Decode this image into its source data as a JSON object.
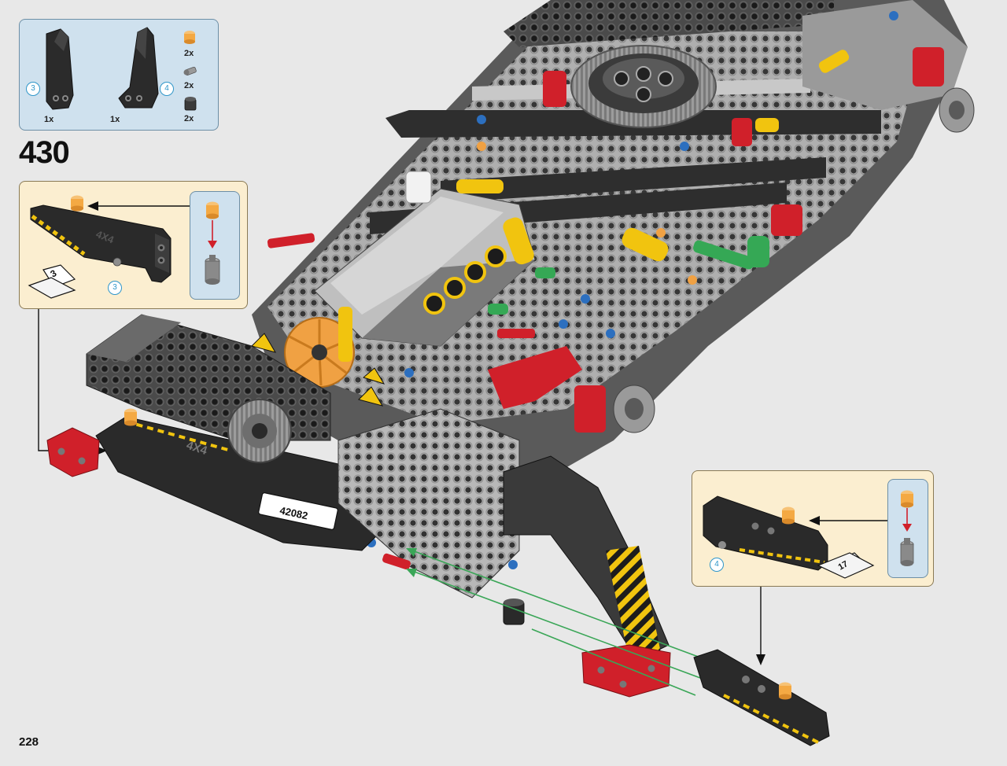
{
  "page": {
    "step_number": "430",
    "page_number": "228"
  },
  "parts_list": {
    "items": [
      {
        "qty": "1x",
        "callout": "3",
        "icon": "black-panel-left-piece"
      },
      {
        "qty": "1x",
        "callout": "4",
        "icon": "black-panel-right-piece"
      },
      {
        "qty": "2x",
        "icon": "orange-pin-piece"
      },
      {
        "qty": "2x",
        "icon": "grey-axle-pin-piece"
      },
      {
        "qty": "2x",
        "icon": "dark-bush-piece"
      }
    ]
  },
  "subassembly_left": {
    "callout": "3",
    "sticker_label": "3",
    "panel_print": "4X4"
  },
  "subassembly_right": {
    "callout": "4",
    "sticker_label": "17"
  },
  "model": {
    "bumper_print": "4X4",
    "plate_print": "42082"
  },
  "colors": {
    "parts_panel_bg": "#cfe1ee",
    "callout_panel_bg": "#fbeed0",
    "callout_number": "#2f96c9",
    "assembly_arrow": "#3aa657",
    "direction_arrow": "#111111",
    "red_arrow": "#d0202a"
  }
}
